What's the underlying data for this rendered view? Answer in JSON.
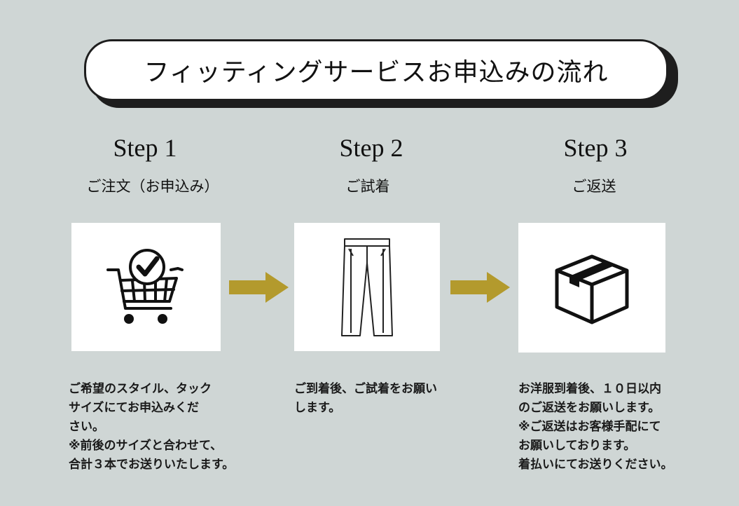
{
  "title": "フィッティングサービスお申込みの流れ",
  "colors": {
    "background": "#cfd6d5",
    "arrow": "#b39a2d",
    "card": "#ffffff"
  },
  "steps": [
    {
      "label": "Step 1",
      "subtitle": "ご注文（お申込み）",
      "icon": "shopping-cart-check-icon",
      "description": "ご希望のスタイル、タック\nサイズにてお申込みくだ\nさい。\n※前後のサイズと合わせて、\n合計３本でお送りいたします。"
    },
    {
      "label": "Step 2",
      "subtitle": "ご試着",
      "icon": "trousers-icon",
      "description": "ご到着後、ご試着をお願い\nします。"
    },
    {
      "label": "Step 3",
      "subtitle": "ご返送",
      "icon": "shipping-box-icon",
      "description": "お洋服到着後、１０日以内\nのご返送をお願いします。\n※ご返送はお客様手配にて\nお願いしております。\n着払いにてお送りください。"
    }
  ]
}
